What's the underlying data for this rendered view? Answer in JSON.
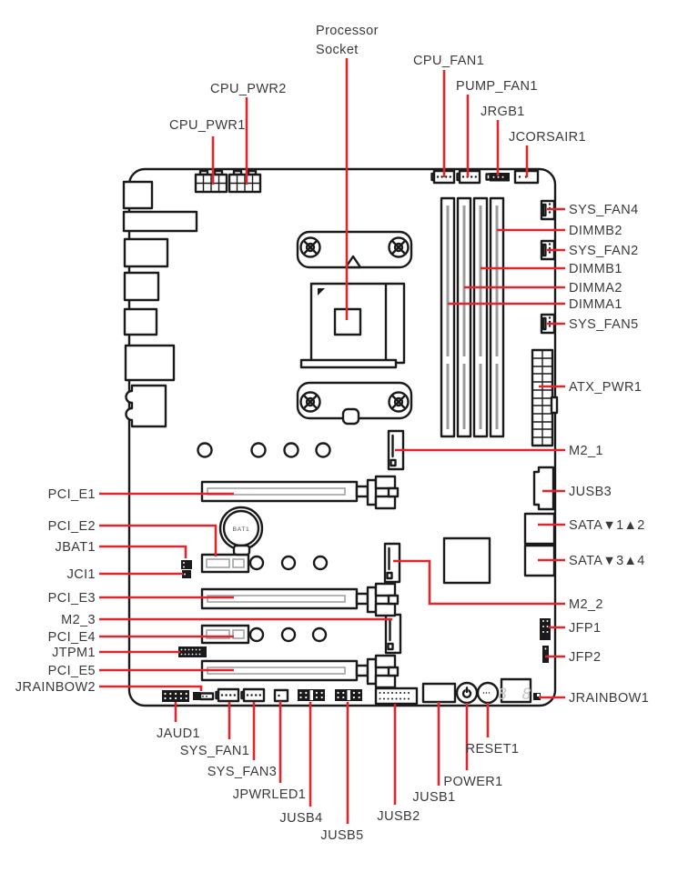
{
  "colors": {
    "leader_line": "#e2242d",
    "label_text": "#3a3a3c",
    "line_art": "#1a1a1a",
    "slot_inner": "#9c9c9c",
    "led_digits": "#c5c5ca"
  },
  "icons": {
    "power_button": "power-icon",
    "reset_button": "reset-icon",
    "screw_head": "screw-icon",
    "debug_display": "seven-segment-display"
  },
  "labels": {
    "processor_line1": "Processor",
    "processor_line2": "Socket",
    "cpu_pwr1": "CPU_PWR1",
    "cpu_pwr2": "CPU_PWR2",
    "cpu_fan1": "CPU_FAN1",
    "pump_fan1": "PUMP_FAN1",
    "jrgb1": "JRGB1",
    "jcorsair1": "JCORSAIR1",
    "sys_fan4": "SYS_FAN4",
    "dimmb2": "DIMMB2",
    "sys_fan2": "SYS_FAN2",
    "dimmb1": "DIMMB1",
    "dimma2": "DIMMA2",
    "dimma1": "DIMMA1",
    "sys_fan5": "SYS_FAN5",
    "atx_pwr1": "ATX_PWR1",
    "m2_1": "M2_1",
    "jusb3": "JUSB3",
    "sata12": "SATA▼1▲2",
    "sata34": "SATA▼3▲4",
    "m2_2": "M2_2",
    "jfp1": "JFP1",
    "jfp2": "JFP2",
    "jrainbow1": "JRAINBOW1",
    "pci_e1": "PCI_E1",
    "pci_e2": "PCI_E2",
    "jbat1": "JBAT1",
    "jci1": "JCI1",
    "pci_e3": "PCI_E3",
    "m2_3": "M2_3",
    "pci_e4": "PCI_E4",
    "jtpm1": "JTPM1",
    "pci_e5": "PCI_E5",
    "jrainbow2": "JRAINBOW2",
    "jaud1": "JAUD1",
    "sys_fan1": "SYS_FAN1",
    "sys_fan3": "SYS_FAN3",
    "jpwrled1": "JPWRLED1",
    "jusb4": "JUSB4",
    "jusb5": "JUSB5",
    "jusb2": "JUSB2",
    "jusb1": "JUSB1",
    "power1": "POWER1",
    "reset1": "RESET1"
  },
  "board_markings": {
    "battery": "BAT1",
    "debug_led": "8 8"
  }
}
